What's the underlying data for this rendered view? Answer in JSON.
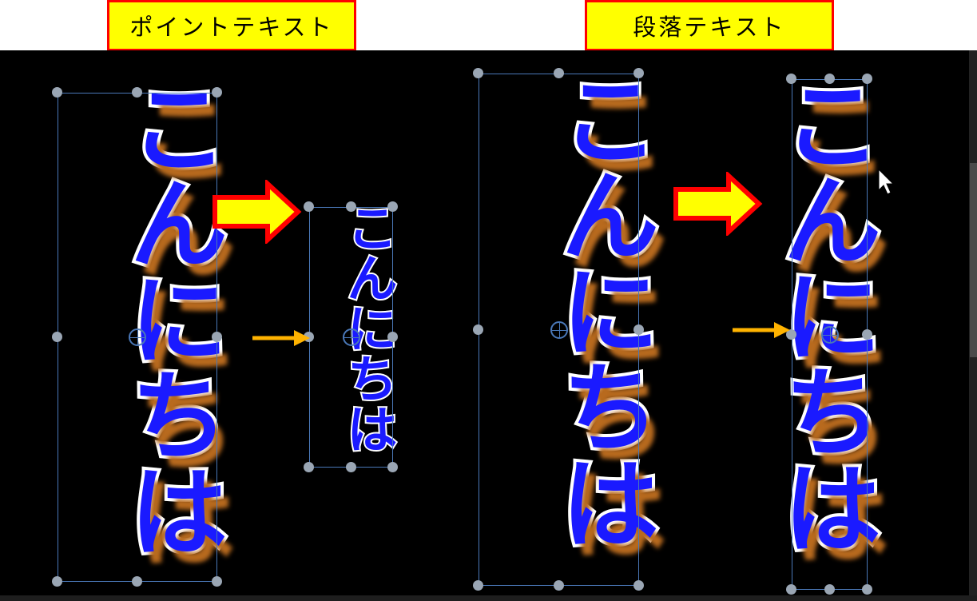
{
  "labels": {
    "point_text": "ポイントテキスト",
    "paragraph_text": "段落テキスト"
  },
  "texts": [
    "こんにちは",
    "こんにちは",
    "こんにちは",
    "こんにちは"
  ],
  "colors": {
    "text_fill": "#1a1aff",
    "stroke": "#ffffff",
    "shadow": "#b86a1e",
    "label_bg": "#ffff00",
    "label_border": "#ff0000",
    "arrow": "#ffb300",
    "bbox": "#4a78b8"
  }
}
